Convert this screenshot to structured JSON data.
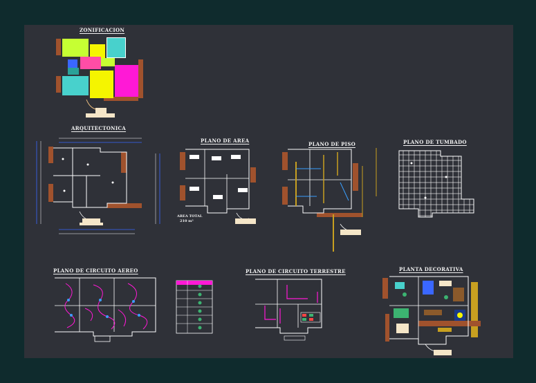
{
  "drawing": {
    "background_color": "#2f3138",
    "frame_color": "#0f2b2d",
    "titles": {
      "zonificacion": "ZONIFICACION",
      "arquitectonica": "ARQUITECTONICA",
      "plano_area": "PLANO DE AREA",
      "plano_piso": "PLANO DE PISO",
      "plano_tumbado": "PLANO DE TUMBADO",
      "plano_circuito_aereo": "PLANO DE CIRCUITO AEREO",
      "plano_circuito_terrestre": "PLANO DE CIRCUITO TERRESTRE",
      "planta_decorativa": "PLANTA DECORATIVA"
    },
    "area_note": {
      "line1": "AREA TOTAL",
      "line2": "210 m²"
    },
    "zoning_colors": {
      "green": "#c6ff33",
      "cyan": "#48d1cc",
      "magenta": "#ff19d6",
      "yellow": "#f5f500",
      "pink": "#ff4da6",
      "blue": "#3a67ff",
      "wood": "#a0522d"
    }
  }
}
